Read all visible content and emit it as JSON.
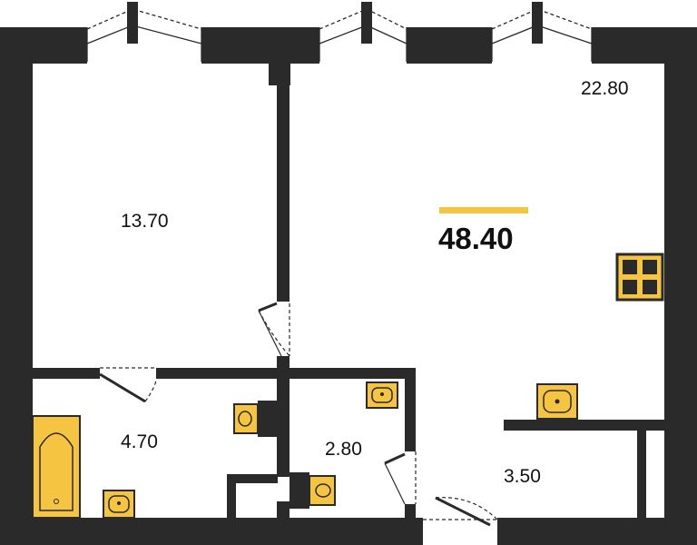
{
  "colors": {
    "wall": "#2a2a2a",
    "fixture": "#f5c542",
    "accent": "#f5c542",
    "background": "#ffffff"
  },
  "total_area": "48.40",
  "rooms": [
    {
      "id": "living-room",
      "area": "22.80"
    },
    {
      "id": "bedroom",
      "area": "13.70"
    },
    {
      "id": "bathroom",
      "area": "4.70"
    },
    {
      "id": "toilet",
      "area": "2.80"
    },
    {
      "id": "hallway",
      "area": "3.50"
    }
  ],
  "fixtures": [
    "bathtub-icon",
    "washbasin-icon",
    "toilet-icon",
    "kitchen-stove-icon"
  ]
}
